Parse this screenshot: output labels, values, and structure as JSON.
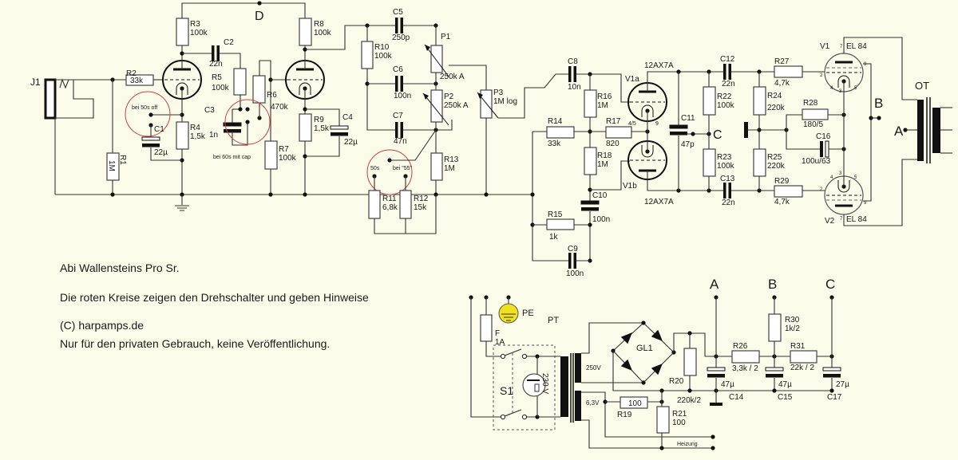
{
  "colors": {
    "background": "#fbfbea",
    "wire": "#333333",
    "switch_circles": "#d04040",
    "earth_symbol": "#f0e020"
  },
  "nodes": {
    "A": "A",
    "B": "B",
    "C": "C",
    "D": "D",
    "A2": "A",
    "B2": "B",
    "C2": "C"
  },
  "components": {
    "J1": {
      "ref": "J1"
    },
    "R1": {
      "ref": "R1",
      "value": "1M"
    },
    "R2": {
      "ref": "R2",
      "value": "33k"
    },
    "R3": {
      "ref": "R3",
      "value": "100k"
    },
    "R4": {
      "ref": "R4",
      "value": "1,5k"
    },
    "R5": {
      "ref": "R5",
      "value": "100k"
    },
    "R6": {
      "ref": "R6",
      "value": "470k"
    },
    "R7": {
      "ref": "R7",
      "value": "100k"
    },
    "R8": {
      "ref": "R8",
      "value": "100k"
    },
    "R9": {
      "ref": "R9",
      "value": "1,5k"
    },
    "R10": {
      "ref": "R10",
      "value": "100k"
    },
    "R11": {
      "ref": "R11",
      "value": "6,8k"
    },
    "R12": {
      "ref": "R12",
      "value": "15k"
    },
    "R13": {
      "ref": "R13",
      "value": "1M"
    },
    "R14": {
      "ref": "R14",
      "value": "33k"
    },
    "R15": {
      "ref": "R15",
      "value": "1k"
    },
    "R16": {
      "ref": "R16",
      "value": "1M"
    },
    "R17": {
      "ref": "R17",
      "value": "820"
    },
    "R18": {
      "ref": "R18",
      "value": "1M"
    },
    "R19": {
      "ref": "R19",
      "value": "100"
    },
    "R20": {
      "ref": "R20",
      "value": "220k/2"
    },
    "R21": {
      "ref": "R21",
      "value": "100"
    },
    "R22": {
      "ref": "R22",
      "value": "100k"
    },
    "R23": {
      "ref": "R23",
      "value": "100k"
    },
    "R24": {
      "ref": "R24",
      "value": "220k"
    },
    "R25": {
      "ref": "R25",
      "value": "220k"
    },
    "R26": {
      "ref": "R26",
      "value": "3,3k / 2"
    },
    "R27": {
      "ref": "R27",
      "value": "4,7k"
    },
    "R28": {
      "ref": "R28",
      "value": "180/5"
    },
    "R29": {
      "ref": "R29",
      "value": "4,7k"
    },
    "R30": {
      "ref": "R30",
      "value": "1k/2"
    },
    "R31": {
      "ref": "R31",
      "value": "22k / 2"
    },
    "C1": {
      "ref": "C1",
      "value": "22µ"
    },
    "C2": {
      "ref": "C2",
      "value": "22n"
    },
    "C3": {
      "ref": "C3",
      "value": "1n"
    },
    "C4": {
      "ref": "C4",
      "value": "22µ"
    },
    "C5": {
      "ref": "C5",
      "value": "250p"
    },
    "C6": {
      "ref": "C6",
      "value": "100n"
    },
    "C7": {
      "ref": "C7",
      "value": "47n"
    },
    "C8": {
      "ref": "C8",
      "value": "10n"
    },
    "C9": {
      "ref": "C9",
      "value": "100n"
    },
    "C10": {
      "ref": "C10",
      "value": "100n"
    },
    "C11": {
      "ref": "C11",
      "value": "47p"
    },
    "C12": {
      "ref": "C12",
      "value": "22n"
    },
    "C13": {
      "ref": "C13",
      "value": "22n"
    },
    "C14": {
      "ref": "C14",
      "value": "47µ"
    },
    "C15": {
      "ref": "C15",
      "value": "47µ"
    },
    "C16": {
      "ref": "C16",
      "value": "100u/63"
    },
    "C17": {
      "ref": "C17",
      "value": "27µ"
    },
    "P1": {
      "ref": "P1",
      "value": "250k A"
    },
    "P2": {
      "ref": "P2",
      "value": "250k A"
    },
    "P3": {
      "ref": "P3",
      "value": "1M log"
    },
    "V1a": {
      "ref": "V1a",
      "type": "12AX7A"
    },
    "V1b": {
      "ref": "V1b",
      "type": "12AX7A",
      "pin_cathode": "4/5",
      "pin_heater": "9"
    },
    "V1": {
      "ref": "V1",
      "type": "EL 84",
      "pins": {
        "p7": "7",
        "p9": "9",
        "p2": "2",
        "p4": "4",
        "p3": "3",
        "p5": "5"
      }
    },
    "V2": {
      "ref": "V2",
      "type": "EL 84",
      "pins": {
        "p7": "7",
        "p9": "9",
        "p2": "2",
        "p4": "4",
        "p3": "3",
        "p5": "5"
      }
    },
    "OT": {
      "ref": "OT"
    },
    "PT": {
      "ref": "PT",
      "primary": "230 V",
      "secondary_hv": "250V",
      "secondary_heater": "6,3V"
    },
    "PE": {
      "ref": "PE"
    },
    "F": {
      "ref": "F",
      "value": "1A"
    },
    "S1": {
      "ref": "S1"
    },
    "GL1": {
      "ref": "GL1"
    }
  },
  "switch_hints": {
    "c1": "bei 50s off",
    "c3": "bei 60s  mit cap",
    "r11": "50s",
    "r12": "bei \"55\""
  },
  "heater_label": "Heizung",
  "notes": {
    "line1": "Abi Wallensteins Pro Sr.",
    "line2": "Die roten Kreise zeigen den Drehschalter und geben Hinweise",
    "line3": "(C) harpamps.de",
    "line4": "Nur für den privaten Gebrauch, keine Veröffentlichung."
  }
}
